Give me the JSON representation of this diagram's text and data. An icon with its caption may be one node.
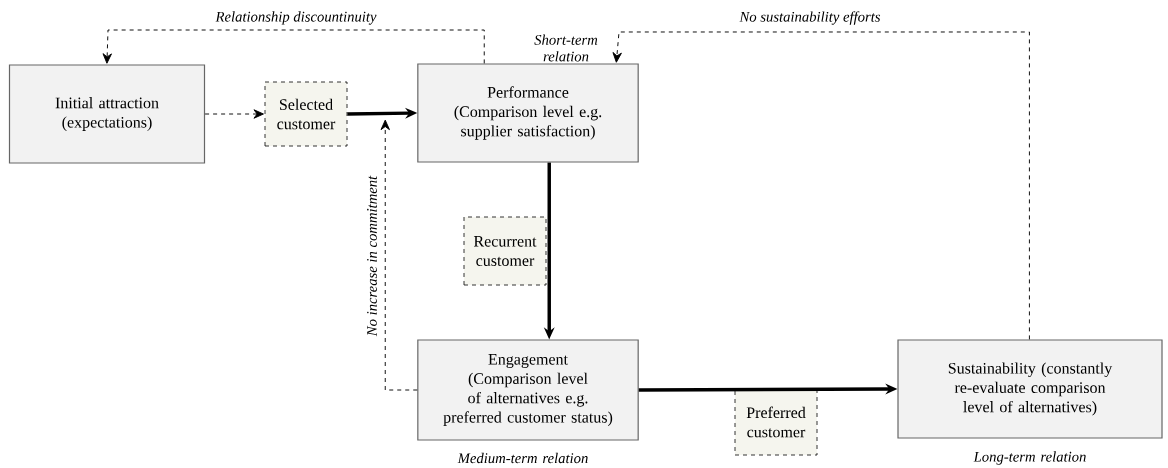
{
  "diagram": {
    "nodes": [
      {
        "text": [
          "Initial attraction (expectations)"
        ]
      },
      {
        "text": [
          "Selected customer"
        ]
      },
      {
        "text": [
          "Performance",
          "(Comparison level e.g. supplier satisfaction)"
        ],
        "beside": [
          "Short-term relation"
        ]
      },
      {
        "text": [
          "Recurrent customer"
        ]
      },
      {
        "text": [
          "Engagement",
          "(Comparison level of alternatives e.g. preferred customer status)"
        ],
        "beside": [
          "Medium-term relation"
        ]
      },
      {
        "text": [
          "Preferred customer"
        ]
      },
      {
        "text": [
          "Sustainability (constantly re-evaluate comparison level of alternatives)"
        ],
        "beside": [
          "Long-term relation"
        ]
      }
    ],
    "edges": [
      {
        "from": 0,
        "to": 1,
        "arrow": "to",
        "style": "dashed"
      },
      {
        "from": 1,
        "to": 2,
        "arrow": "to",
        "style": "thick"
      },
      {
        "from": 2,
        "to": 4,
        "arrow": "to",
        "style": "thick"
      },
      {
        "from": 4,
        "to": 2,
        "arrow": "to",
        "style": "dashed",
        "label": "No increase in commitment"
      },
      {
        "from": 2,
        "to": 0,
        "arrow": "to",
        "style": "dashed",
        "label": "Relationship discountinuity"
      },
      {
        "from": 6,
        "to": 2,
        "arrow": "to",
        "style": "dashed",
        "label": "No sustainability efforts"
      },
      {
        "from": 4,
        "to": 6,
        "arrow": "to",
        "style": "thick"
      }
    ]
  }
}
